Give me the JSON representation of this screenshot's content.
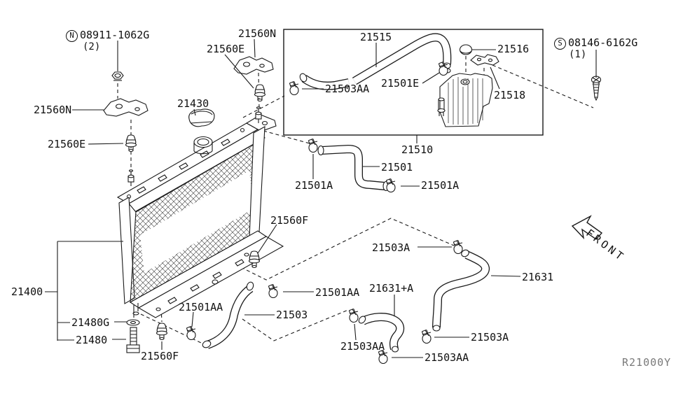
{
  "page": {
    "background": "#ffffff",
    "ink": "#1a1a1a"
  },
  "ref_code": "R21000Y",
  "front_indicator": {
    "label": "FRONT"
  },
  "fasteners": [
    {
      "id": "nut",
      "prefix": "N",
      "part_number": "08911-1062G",
      "qty": "(2)"
    },
    {
      "id": "screw",
      "prefix": "S",
      "part_number": "08146-6162G",
      "qty": "(1)"
    }
  ],
  "labels": [
    {
      "id": "21560N-top",
      "text": "21560N"
    },
    {
      "id": "21560E-top",
      "text": "21560E"
    },
    {
      "id": "21515",
      "text": "21515"
    },
    {
      "id": "21516",
      "text": "21516"
    },
    {
      "id": "21503AA-box",
      "text": "21503AA"
    },
    {
      "id": "21501E",
      "text": "21501E"
    },
    {
      "id": "21518",
      "text": "21518"
    },
    {
      "id": "21560N-left",
      "text": "21560N"
    },
    {
      "id": "21430",
      "text": "21430"
    },
    {
      "id": "21560E-left",
      "text": "21560E"
    },
    {
      "id": "21510",
      "text": "21510"
    },
    {
      "id": "21501",
      "text": "21501"
    },
    {
      "id": "21501A-left",
      "text": "21501A"
    },
    {
      "id": "21501A-right",
      "text": "21501A"
    },
    {
      "id": "21560F-mid",
      "text": "21560F"
    },
    {
      "id": "21503A-upper",
      "text": "21503A"
    },
    {
      "id": "21631",
      "text": "21631"
    },
    {
      "id": "21400",
      "text": "21400"
    },
    {
      "id": "21501AA-right",
      "text": "21501AA"
    },
    {
      "id": "21631plusA",
      "text": "21631+A"
    },
    {
      "id": "21501AA-left",
      "text": "21501AA"
    },
    {
      "id": "21503",
      "text": "21503"
    },
    {
      "id": "21480G",
      "text": "21480G"
    },
    {
      "id": "21480",
      "text": "21480"
    },
    {
      "id": "21560F-bottom",
      "text": "21560F"
    },
    {
      "id": "21503AA-mid",
      "text": "21503AA"
    },
    {
      "id": "21503A-bottom",
      "text": "21503A"
    },
    {
      "id": "21503AA-bottom",
      "text": "21503AA"
    }
  ]
}
